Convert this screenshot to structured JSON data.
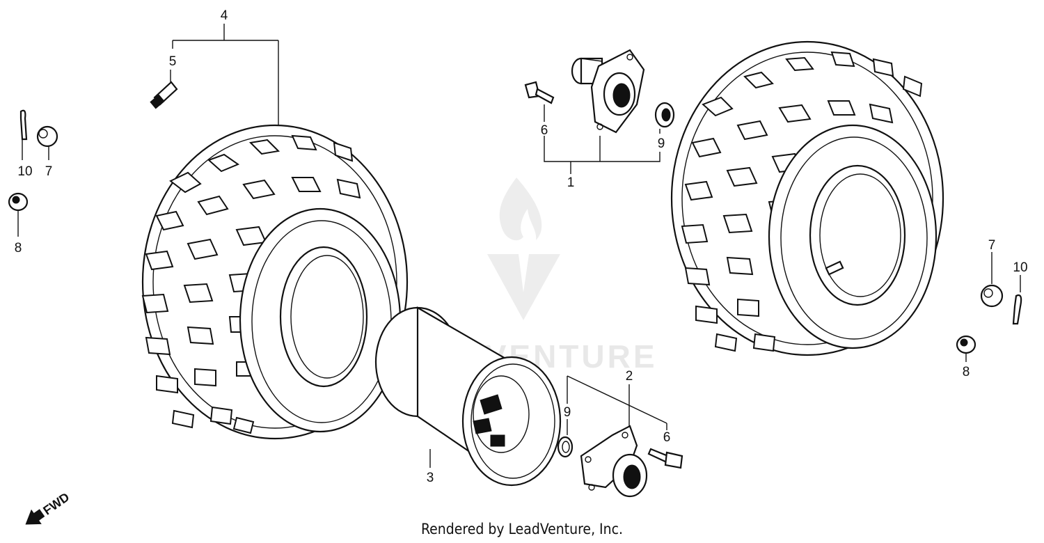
{
  "diagram": {
    "callouts": [
      {
        "id": "c1",
        "label": "1"
      },
      {
        "id": "c2",
        "label": "2"
      },
      {
        "id": "c3",
        "label": "3"
      },
      {
        "id": "c4",
        "label": "4"
      },
      {
        "id": "c5",
        "label": "5"
      },
      {
        "id": "c6a",
        "label": "6"
      },
      {
        "id": "c6b",
        "label": "6"
      },
      {
        "id": "c7a",
        "label": "7"
      },
      {
        "id": "c7b",
        "label": "7"
      },
      {
        "id": "c8a",
        "label": "8"
      },
      {
        "id": "c8b",
        "label": "8"
      },
      {
        "id": "c9a",
        "label": "9"
      },
      {
        "id": "c9b",
        "label": "9"
      },
      {
        "id": "c10a",
        "label": "10"
      },
      {
        "id": "c10b",
        "label": "10"
      }
    ],
    "direction_label": "FWD",
    "watermark_text": "LEADVENTURE",
    "footer_text": "Rendered by LeadVenture, Inc."
  }
}
